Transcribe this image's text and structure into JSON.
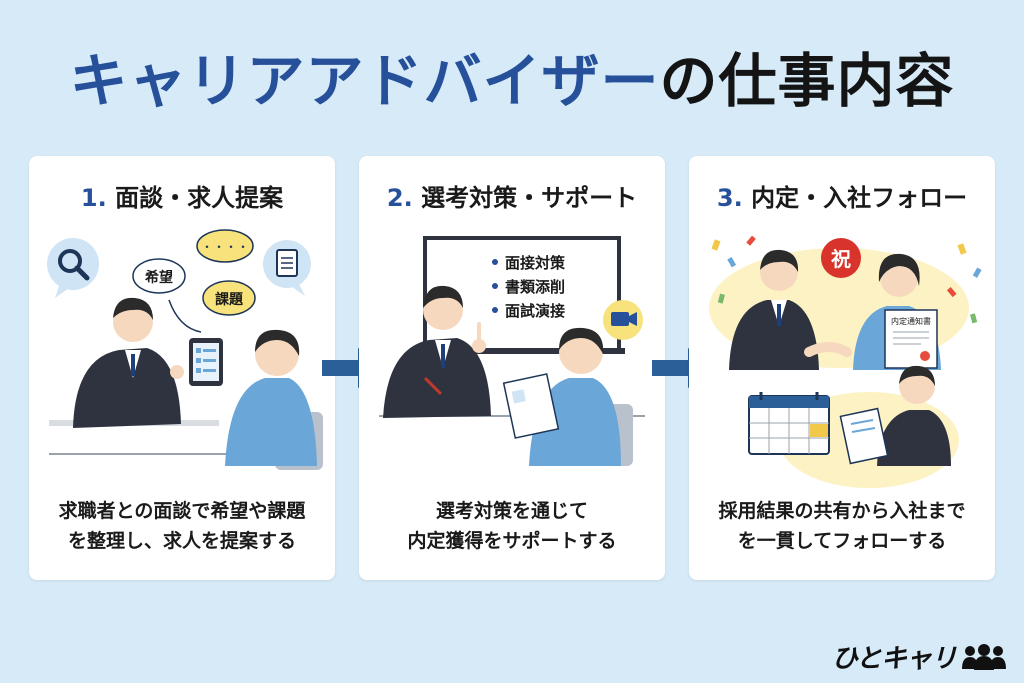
{
  "title": {
    "accent": "キャリアアドバイザー",
    "rest": "の仕事内容"
  },
  "cards": [
    {
      "number": "1.",
      "heading": "面談・求人提案",
      "bubbles": {
        "dots": "・・・・",
        "hope": "希望",
        "issue": "課題"
      },
      "desc_lines": [
        "求職者との面談で希望や課題",
        "を整理し、求人を提案する"
      ]
    },
    {
      "number": "2.",
      "heading": "選考対策・サポート",
      "board_items": [
        "面接対策",
        "書類添削",
        "面試演接"
      ],
      "desc_lines": [
        "選考対策を通じて",
        "内定獲得をサポートする"
      ]
    },
    {
      "number": "3.",
      "heading": "内定・入社フォロー",
      "badge": "祝",
      "document_label": "内定通知書",
      "desc_lines": [
        "採用結果の共有から入社まで",
        "を一貫してフォローする"
      ]
    }
  ],
  "logo": {
    "text": "ひとキャリ"
  },
  "colors": {
    "background": "#d6eaf8",
    "accent": "#27509b",
    "arrow": "#2a5f97",
    "suit": "#2f3340",
    "shirt_blue": "#6aa6d8"
  },
  "icons": [
    "search-icon",
    "document-icon",
    "tablet-icon",
    "video-camera-icon",
    "calendar-icon",
    "arrow-right-icon",
    "people-icon"
  ]
}
